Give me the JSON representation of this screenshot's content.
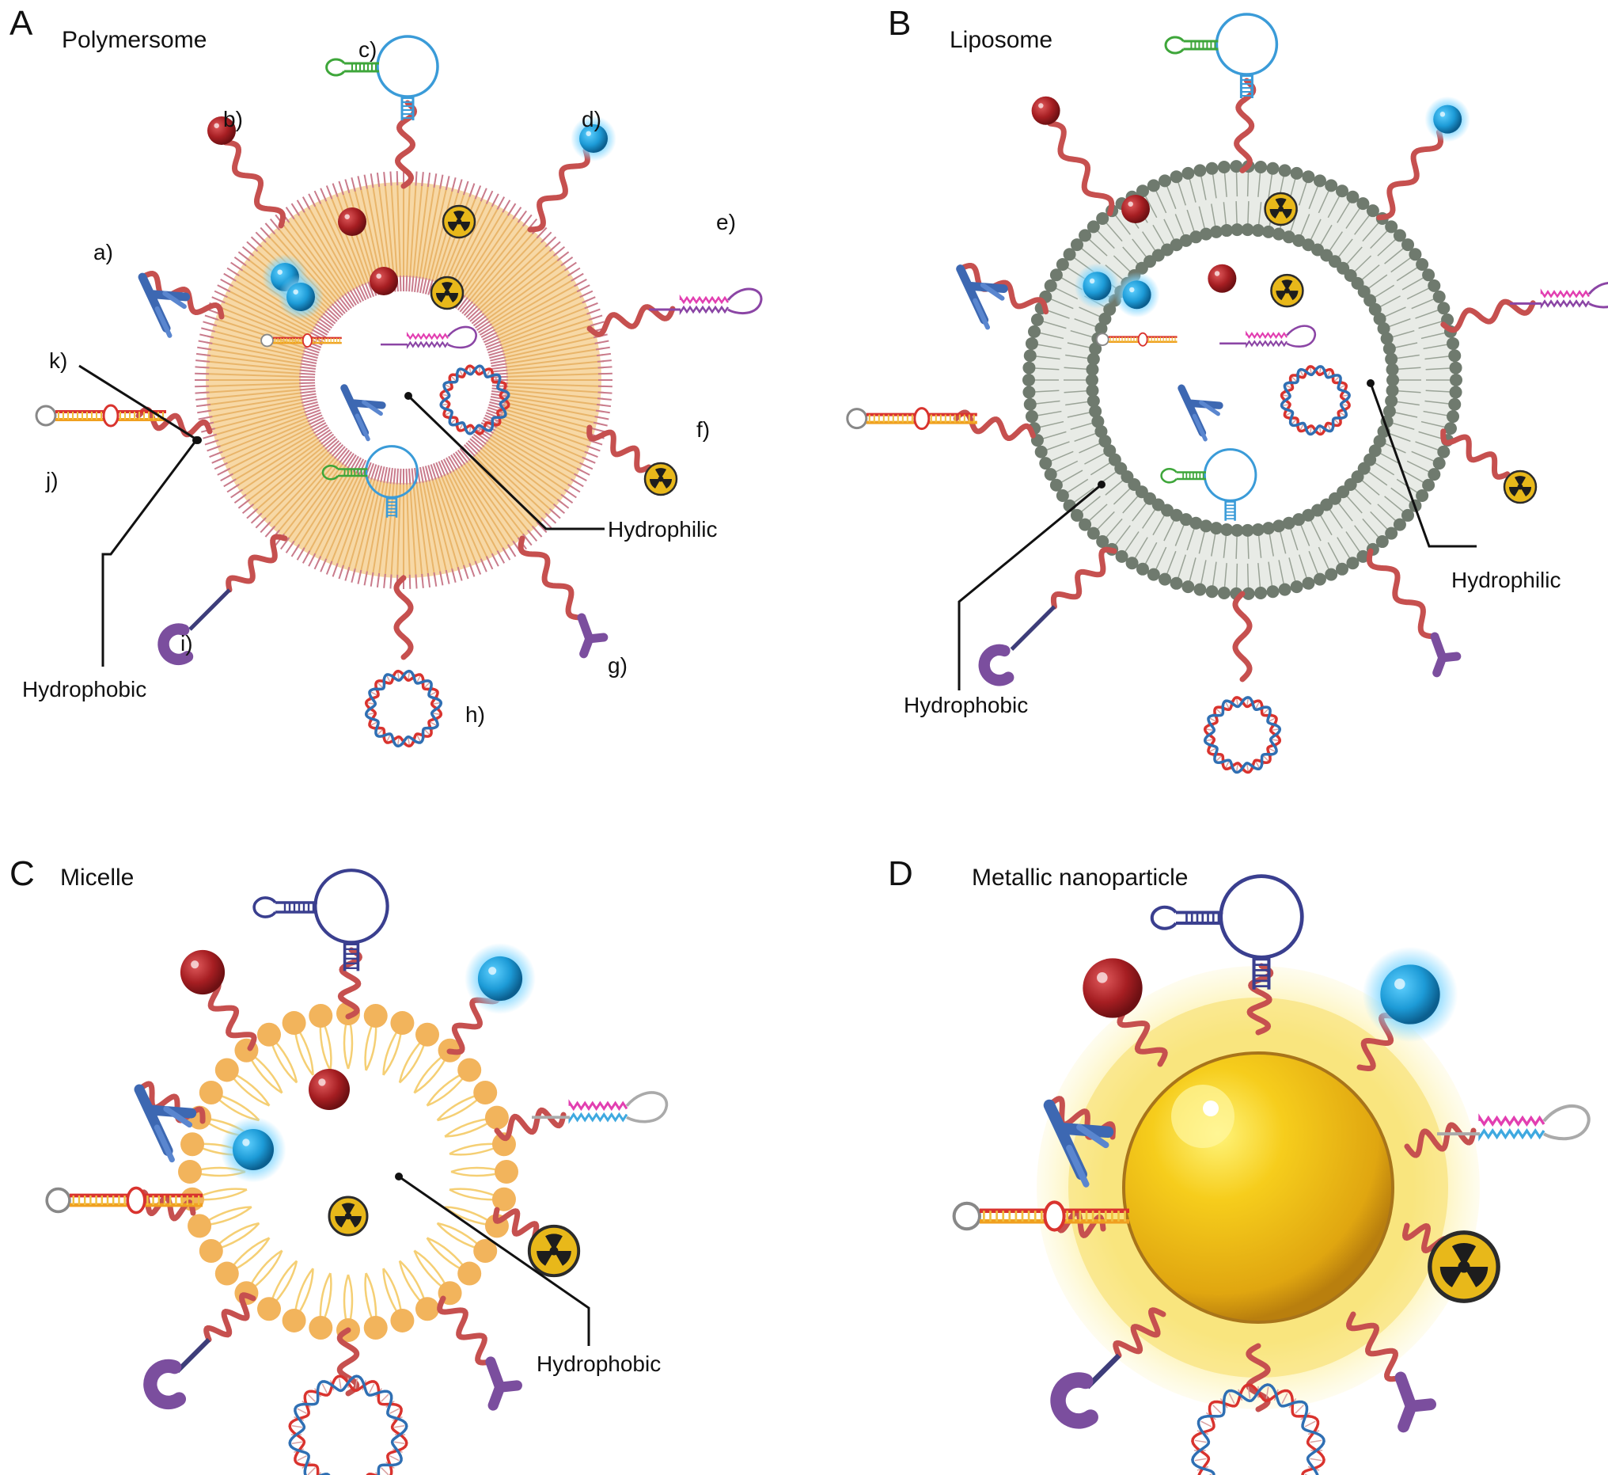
{
  "panels": [
    {
      "letter": "A",
      "title": "Polymersome",
      "labels": [
        "a)",
        "b)",
        "c)",
        "d)",
        "e)",
        "f)",
        "g)",
        "h)",
        "i)",
        "j)",
        "k)"
      ],
      "callouts": {
        "hydrophilic": "Hydrophilic",
        "hydrophobic": "Hydrophobic"
      }
    },
    {
      "letter": "B",
      "title": "Liposome",
      "callouts": {
        "hydrophilic": "Hydrophilic",
        "hydrophobic": "Hydrophobic"
      }
    },
    {
      "letter": "C",
      "title": "Micelle",
      "callouts": {
        "hydrophobic": "Hydrophobic"
      }
    },
    {
      "letter": "D",
      "title": "Metallic nanoparticle"
    }
  ],
  "colors": {
    "tether": "#c6504f",
    "polymersome_shell": "#f3c784",
    "liposome_shell": "#6f7a6e",
    "micelle_head": "#f2b45c",
    "gold_core": "#f2b80f",
    "red_sphere": "#a61e22",
    "blue_sphere": "#1d9bd7",
    "antibody": "#3d68b2",
    "ligand": "#7b4e9e",
    "radioactive": "#e8b81a"
  },
  "icons": [
    "antibody-icon",
    "red-drug-sphere-icon",
    "blue-drug-sphere-icon",
    "aptamer-hairpin-icon",
    "sirna-icon",
    "radioactive-icon",
    "ligand-y-icon",
    "plasmid-dna-icon",
    "receptor-hook-icon",
    "duplex-oligo-icon"
  ]
}
